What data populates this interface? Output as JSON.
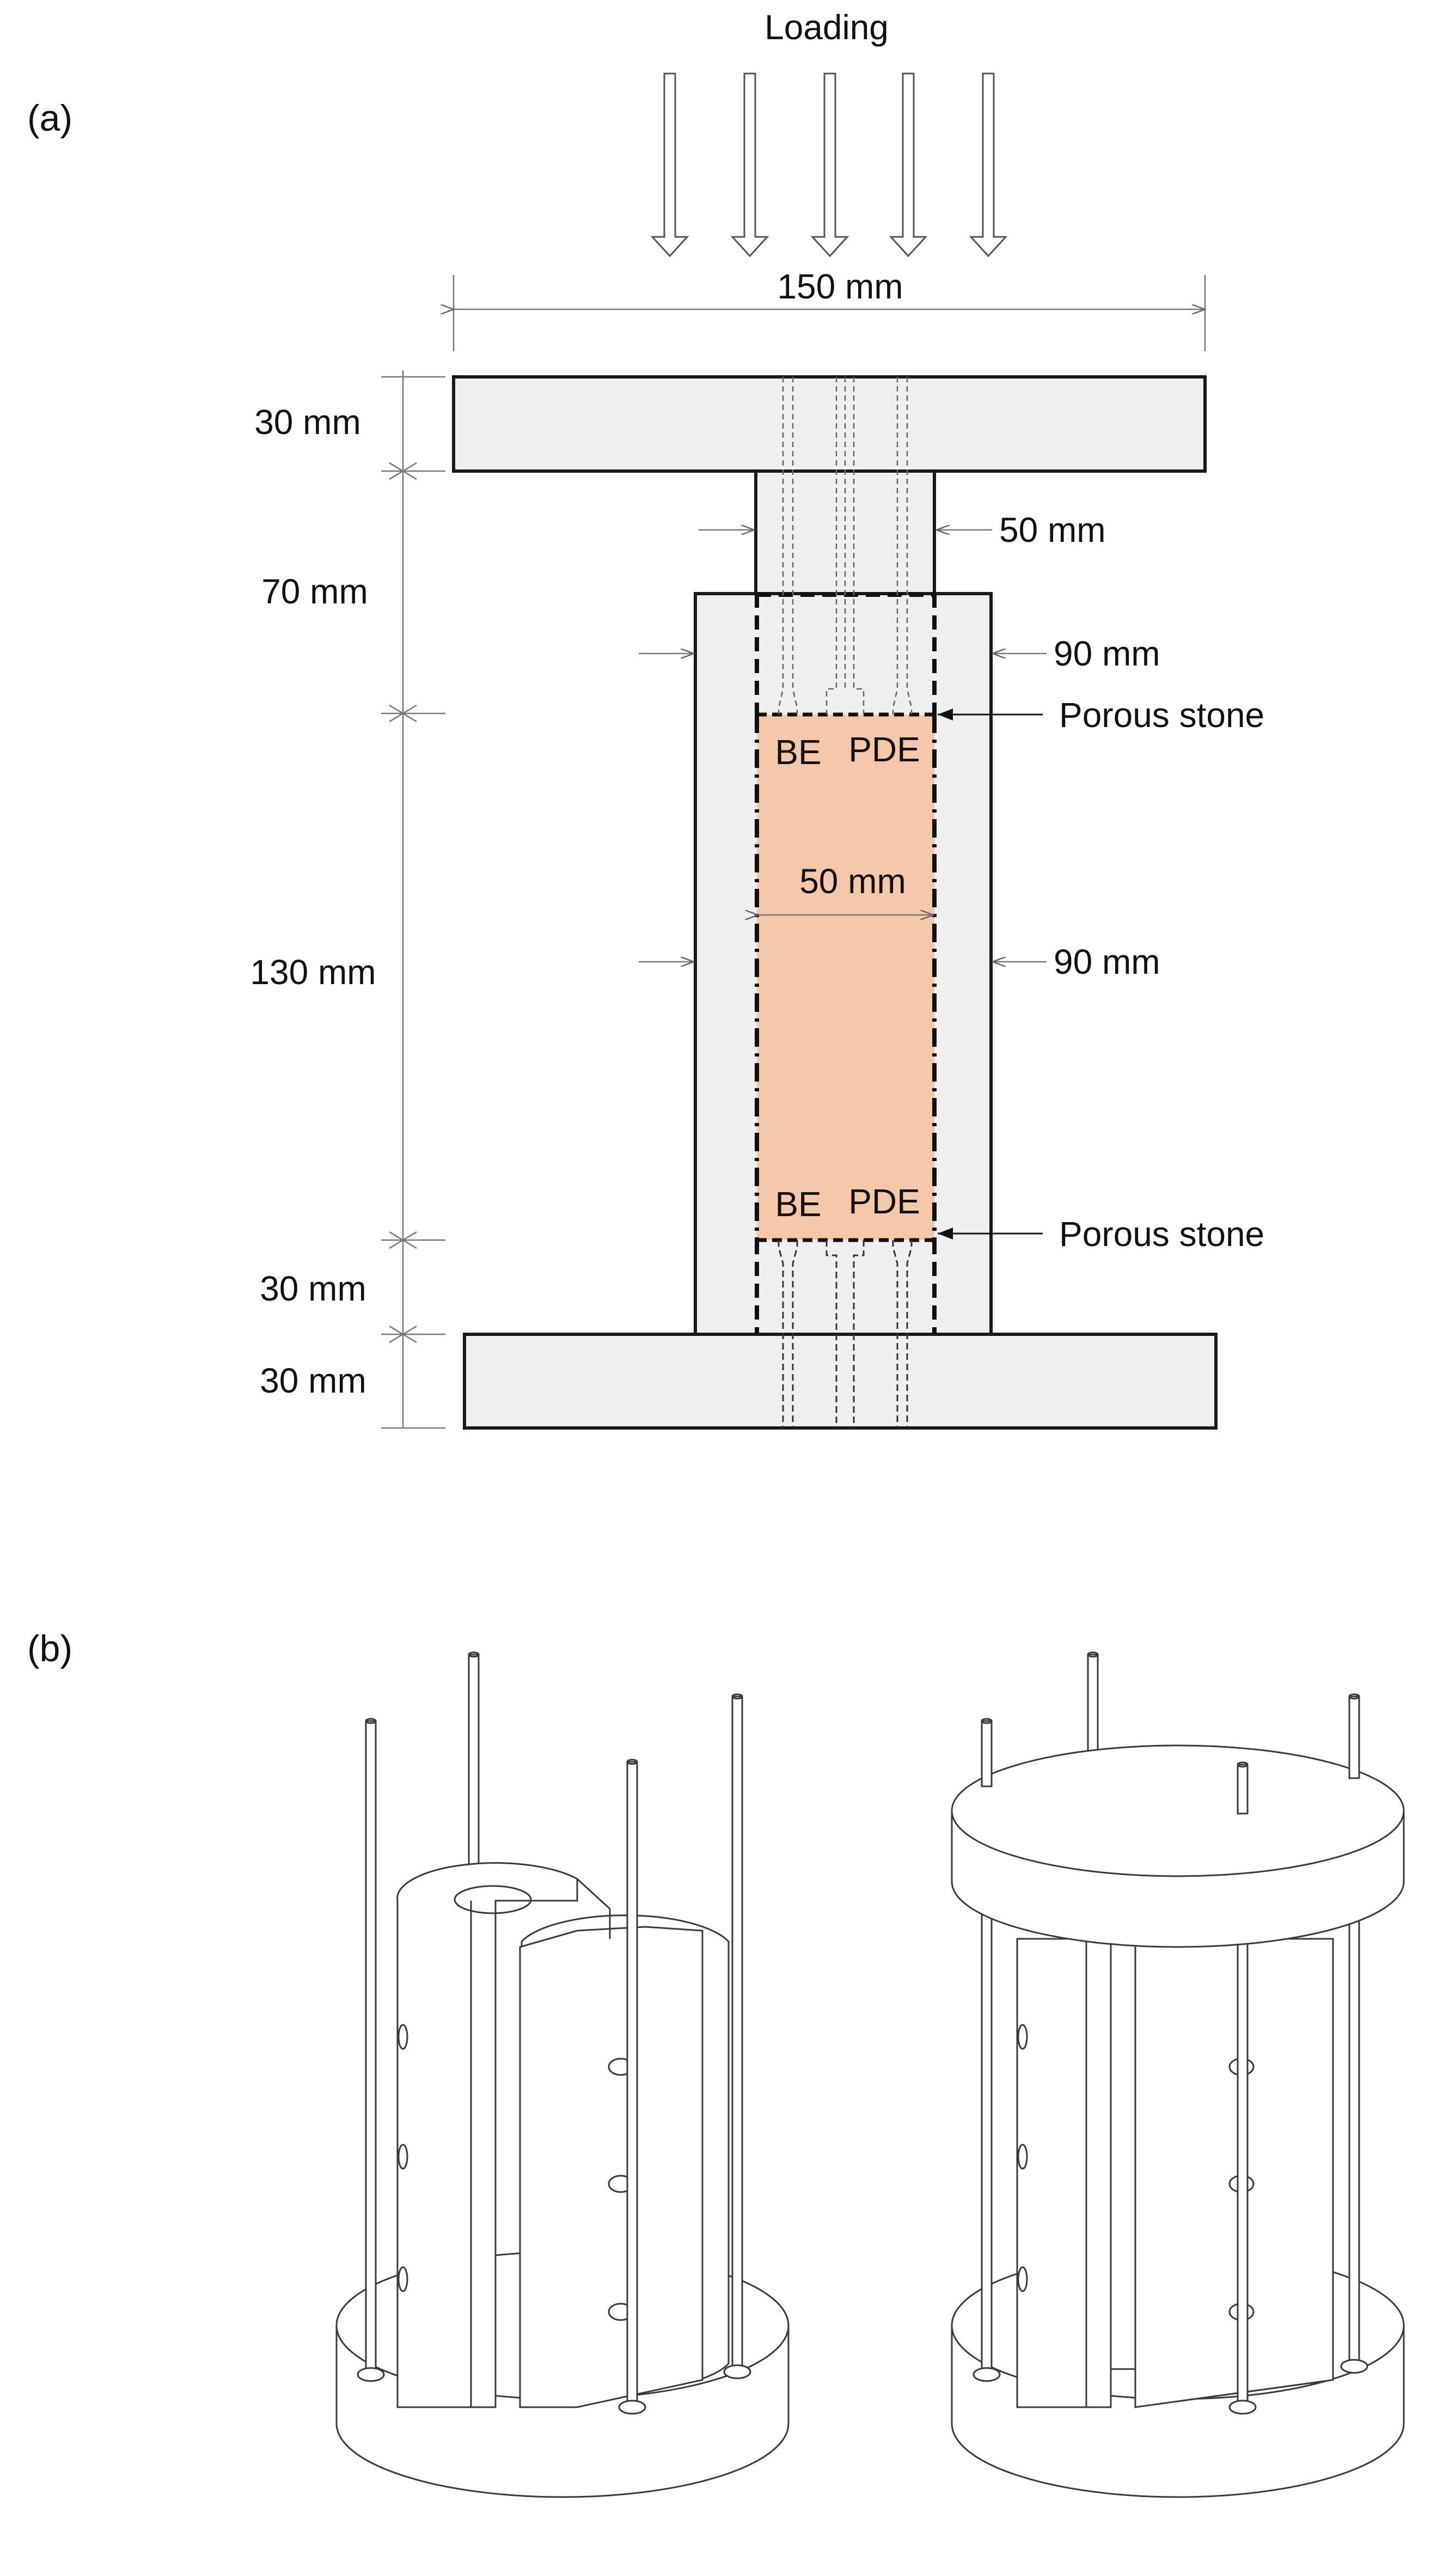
{
  "panel_a": {
    "label": "(a)",
    "loading_label": "Loading",
    "width_label": "150 mm",
    "heights": {
      "top_cap": "30 mm",
      "top_piston": "70 mm",
      "specimen": "130 mm",
      "bottom_stone_zone": "30 mm",
      "base": "30 mm"
    },
    "piston_width": "50 mm",
    "mold_width_top": "90 mm",
    "mold_width_mid": "90 mm",
    "specimen_diameter": "50 mm",
    "porous_stone_top": "Porous stone",
    "porous_stone_bottom": "Porous stone",
    "sensor_top_be": "BE",
    "sensor_top_pde": "PDE",
    "sensor_bottom_be": "BE",
    "sensor_bottom_pde": "PDE",
    "colors": {
      "specimen_fill": "#f6c8aa",
      "part_fill": "#efefef",
      "outline": "#1a1a1a"
    }
  },
  "panel_b": {
    "label": "(b)"
  }
}
